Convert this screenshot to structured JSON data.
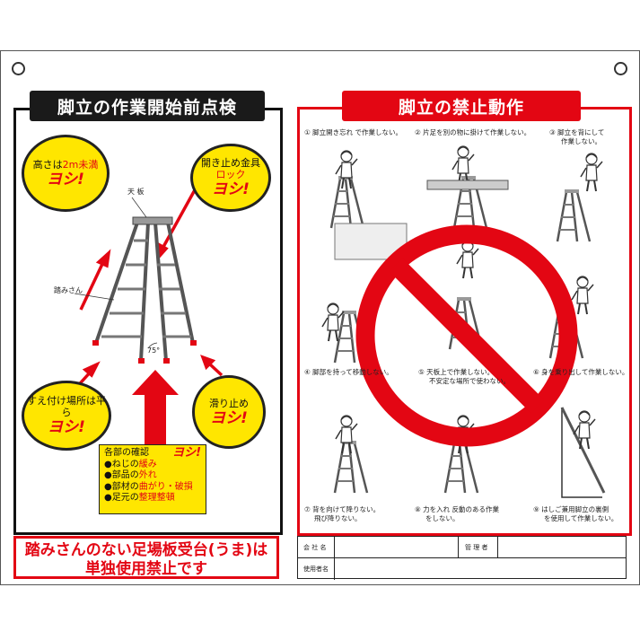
{
  "left": {
    "title": "脚立の作業開始前点検",
    "bubble_height": {
      "prefix": "高さは",
      "highlight": "2m未満",
      "ok": "ヨシ!"
    },
    "bubble_lock": {
      "line1": "開き止め金具",
      "line2": "ロック",
      "ok": "ヨシ!"
    },
    "bubble_level": {
      "line1": "すえ付け場所は平ら",
      "ok": "ヨシ!"
    },
    "bubble_slip": {
      "line1": "滑り止め",
      "ok": "ヨシ!"
    },
    "label_top": "天 板",
    "label_step": "踏みさん",
    "label_angle": "75°",
    "confirm": {
      "title": "各部の確認",
      "ok": "ヨシ!",
      "items": [
        {
          "prefix": "●ねじの",
          "red": "緩み"
        },
        {
          "prefix": "●部品の",
          "red": "外れ"
        },
        {
          "prefix": "●部材の",
          "red": "曲がり・破損"
        },
        {
          "prefix": "●足元の",
          "red": "整理整頓"
        }
      ]
    }
  },
  "right": {
    "title": "脚立の禁止動作",
    "captions": {
      "c1a": "① 脚立開き忘れ で作業しない。",
      "c2a": "② 片足を別の物に掛けて作業しない。",
      "c3a": "③ 脚立を背にして",
      "c3b": "作業しない。",
      "c4": "④ 脚部を持って移動しない。",
      "c5a": "⑤ 天板上で作業しない。",
      "c5b": "不安定な場所で使わない。",
      "c6": "⑥ 身を乗り出して作業しない。",
      "c7a": "⑦ 背を向けて降りない。",
      "c7b": "飛び降りない。",
      "c8a": "⑧ 力を入れ 反動のある作業",
      "c8b": "をしない。",
      "c9a": "⑨ はしご兼用脚立の裏側",
      "c9b": "を使用して作業しない。"
    }
  },
  "banner": {
    "line1": "踏みさんのない足場板受台(うま)は",
    "line2": "単独使用禁止です"
  },
  "form": {
    "company": "会 社 名",
    "manager": "管 理 者",
    "user": "使用者名"
  },
  "colors": {
    "red": "#e30613",
    "yellow": "#ffe600",
    "black": "#1a1a1a"
  }
}
